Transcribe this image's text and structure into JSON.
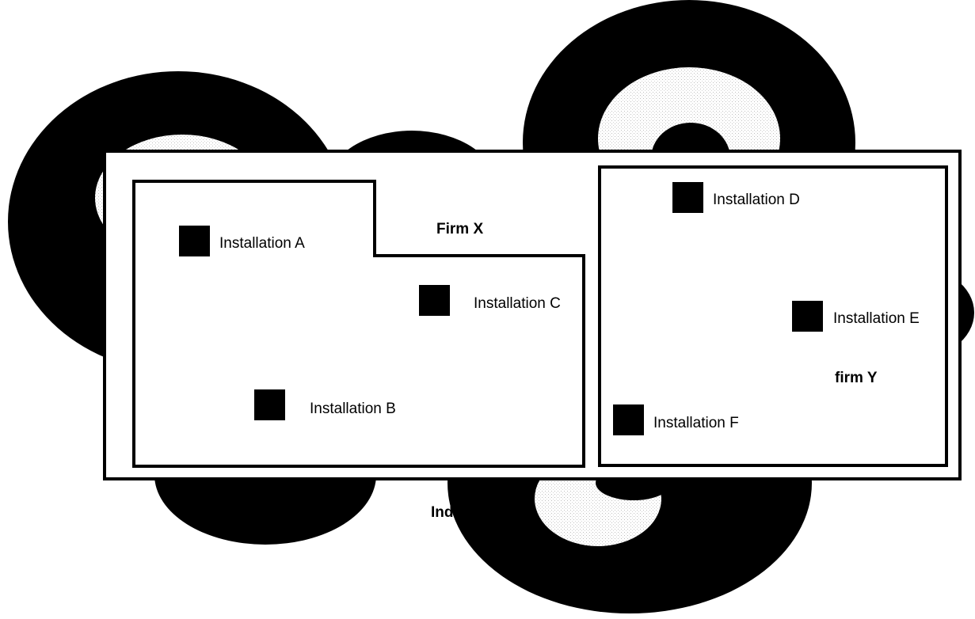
{
  "diagram": {
    "colors": {
      "ink": "#000000",
      "paper": "#ffffff",
      "stipple": "#d9d9d9"
    },
    "outer_label": "Indi",
    "firms": [
      {
        "id": "x",
        "label": "Firm X"
      },
      {
        "id": "y",
        "label": "firm Y"
      }
    ],
    "installations": [
      {
        "id": "a",
        "label": "Installation A"
      },
      {
        "id": "b",
        "label": "Installation B"
      },
      {
        "id": "c",
        "label": "Installation C"
      },
      {
        "id": "d",
        "label": "Installation D"
      },
      {
        "id": "e",
        "label": "Installation E"
      },
      {
        "id": "f",
        "label": "Installation F"
      }
    ],
    "marker_icon": "square-marker-icon"
  }
}
